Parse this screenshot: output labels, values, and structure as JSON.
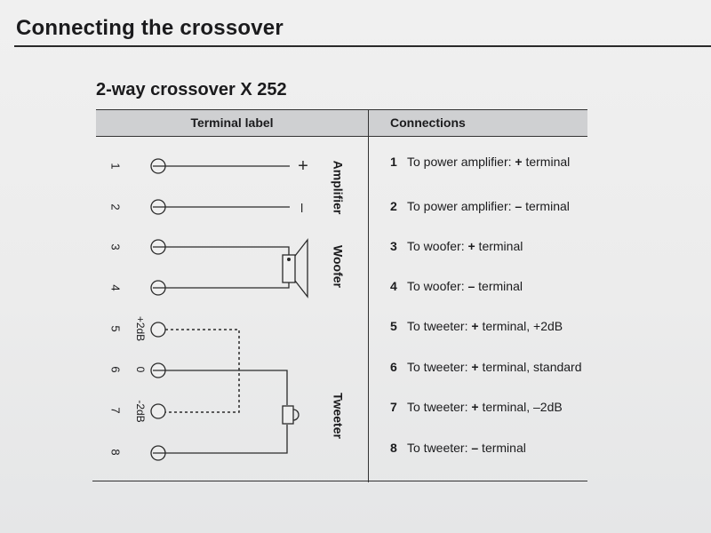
{
  "page": {
    "heading": "Connecting the crossover",
    "subheading": "2-way crossover X 252"
  },
  "table": {
    "col_terminal": "Terminal label",
    "col_connections": "Connections"
  },
  "terminals": [
    {
      "number": "1",
      "level": ""
    },
    {
      "number": "2",
      "level": ""
    },
    {
      "number": "3",
      "level": ""
    },
    {
      "number": "4",
      "level": ""
    },
    {
      "number": "5",
      "level": "+2dB"
    },
    {
      "number": "6",
      "level": "0"
    },
    {
      "number": "7",
      "level": "-2dB"
    },
    {
      "number": "8",
      "level": ""
    }
  ],
  "diagram": {
    "amplifier_label": "Amplifier",
    "woofer_label": "Woofer",
    "tweeter_label": "Tweeter",
    "plus_sign": "+",
    "minus_sign": "–"
  },
  "connections": [
    {
      "number": "1",
      "prefix": "To power amplifier: ",
      "sign": "+",
      "suffix": " terminal"
    },
    {
      "number": "2",
      "prefix": "To power amplifier: ",
      "sign": "–",
      "suffix": " terminal"
    },
    {
      "number": "3",
      "prefix": "To woofer: ",
      "sign": "+",
      "suffix": " terminal"
    },
    {
      "number": "4",
      "prefix": "To woofer: ",
      "sign": "–",
      "suffix": " terminal"
    },
    {
      "number": "5",
      "prefix": "To tweeter: ",
      "sign": "+",
      "suffix": " terminal, +2dB"
    },
    {
      "number": "6",
      "prefix": "To tweeter: ",
      "sign": "+",
      "suffix": " terminal, standard"
    },
    {
      "number": "7",
      "prefix": "To tweeter: ",
      "sign": "+",
      "suffix": " terminal, –2dB"
    },
    {
      "number": "8",
      "prefix": "To tweeter: ",
      "sign": "–",
      "suffix": " terminal"
    }
  ]
}
